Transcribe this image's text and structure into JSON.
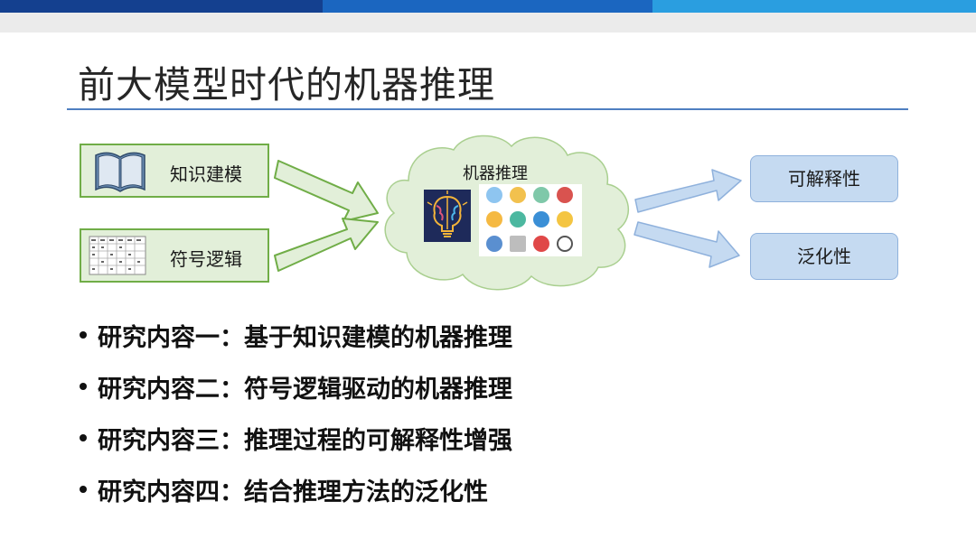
{
  "slide": {
    "title": "前大模型时代的机器推理"
  },
  "diagram": {
    "sources": [
      {
        "label": "知识建模",
        "icon": "book-icon"
      },
      {
        "label": "符号逻辑",
        "icon": "logic-table-icon"
      }
    ],
    "center": {
      "label": "机器推理",
      "icon": "brain-lightbulb-icon"
    },
    "outputs": [
      {
        "label": "可解释性"
      },
      {
        "label": "泛化性"
      }
    ]
  },
  "bullets": [
    "研究内容一：基于知识建模的机器推理",
    "研究内容二：符号逻辑驱动的机器推理",
    "研究内容三：推理过程的可解释性增强",
    "研究内容四：结合推理方法的泛化性"
  ],
  "colors": {
    "green_fill": "#e2efd9",
    "green_border": "#70ad47",
    "blue_fill": "#c5daf1",
    "title_rule": "#4f7fc1"
  }
}
